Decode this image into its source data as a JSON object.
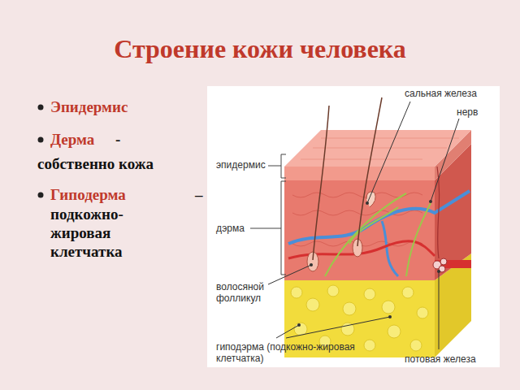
{
  "diagram": {
    "title": "Строение кожи человека",
    "labels": [
      "Эпидермис",
      "Дерма",
      "-",
      "собственно кожа",
      "Гиподерма",
      "–",
      "подкожно-жировая клетчатка",
      "сальная железа",
      "нерв",
      "эпидермис",
      "дэрма",
      "волосяной фолликул",
      "гиподэрма (подкожно-жировая клетчатка)",
      "потовая железа"
    ]
  }
}
